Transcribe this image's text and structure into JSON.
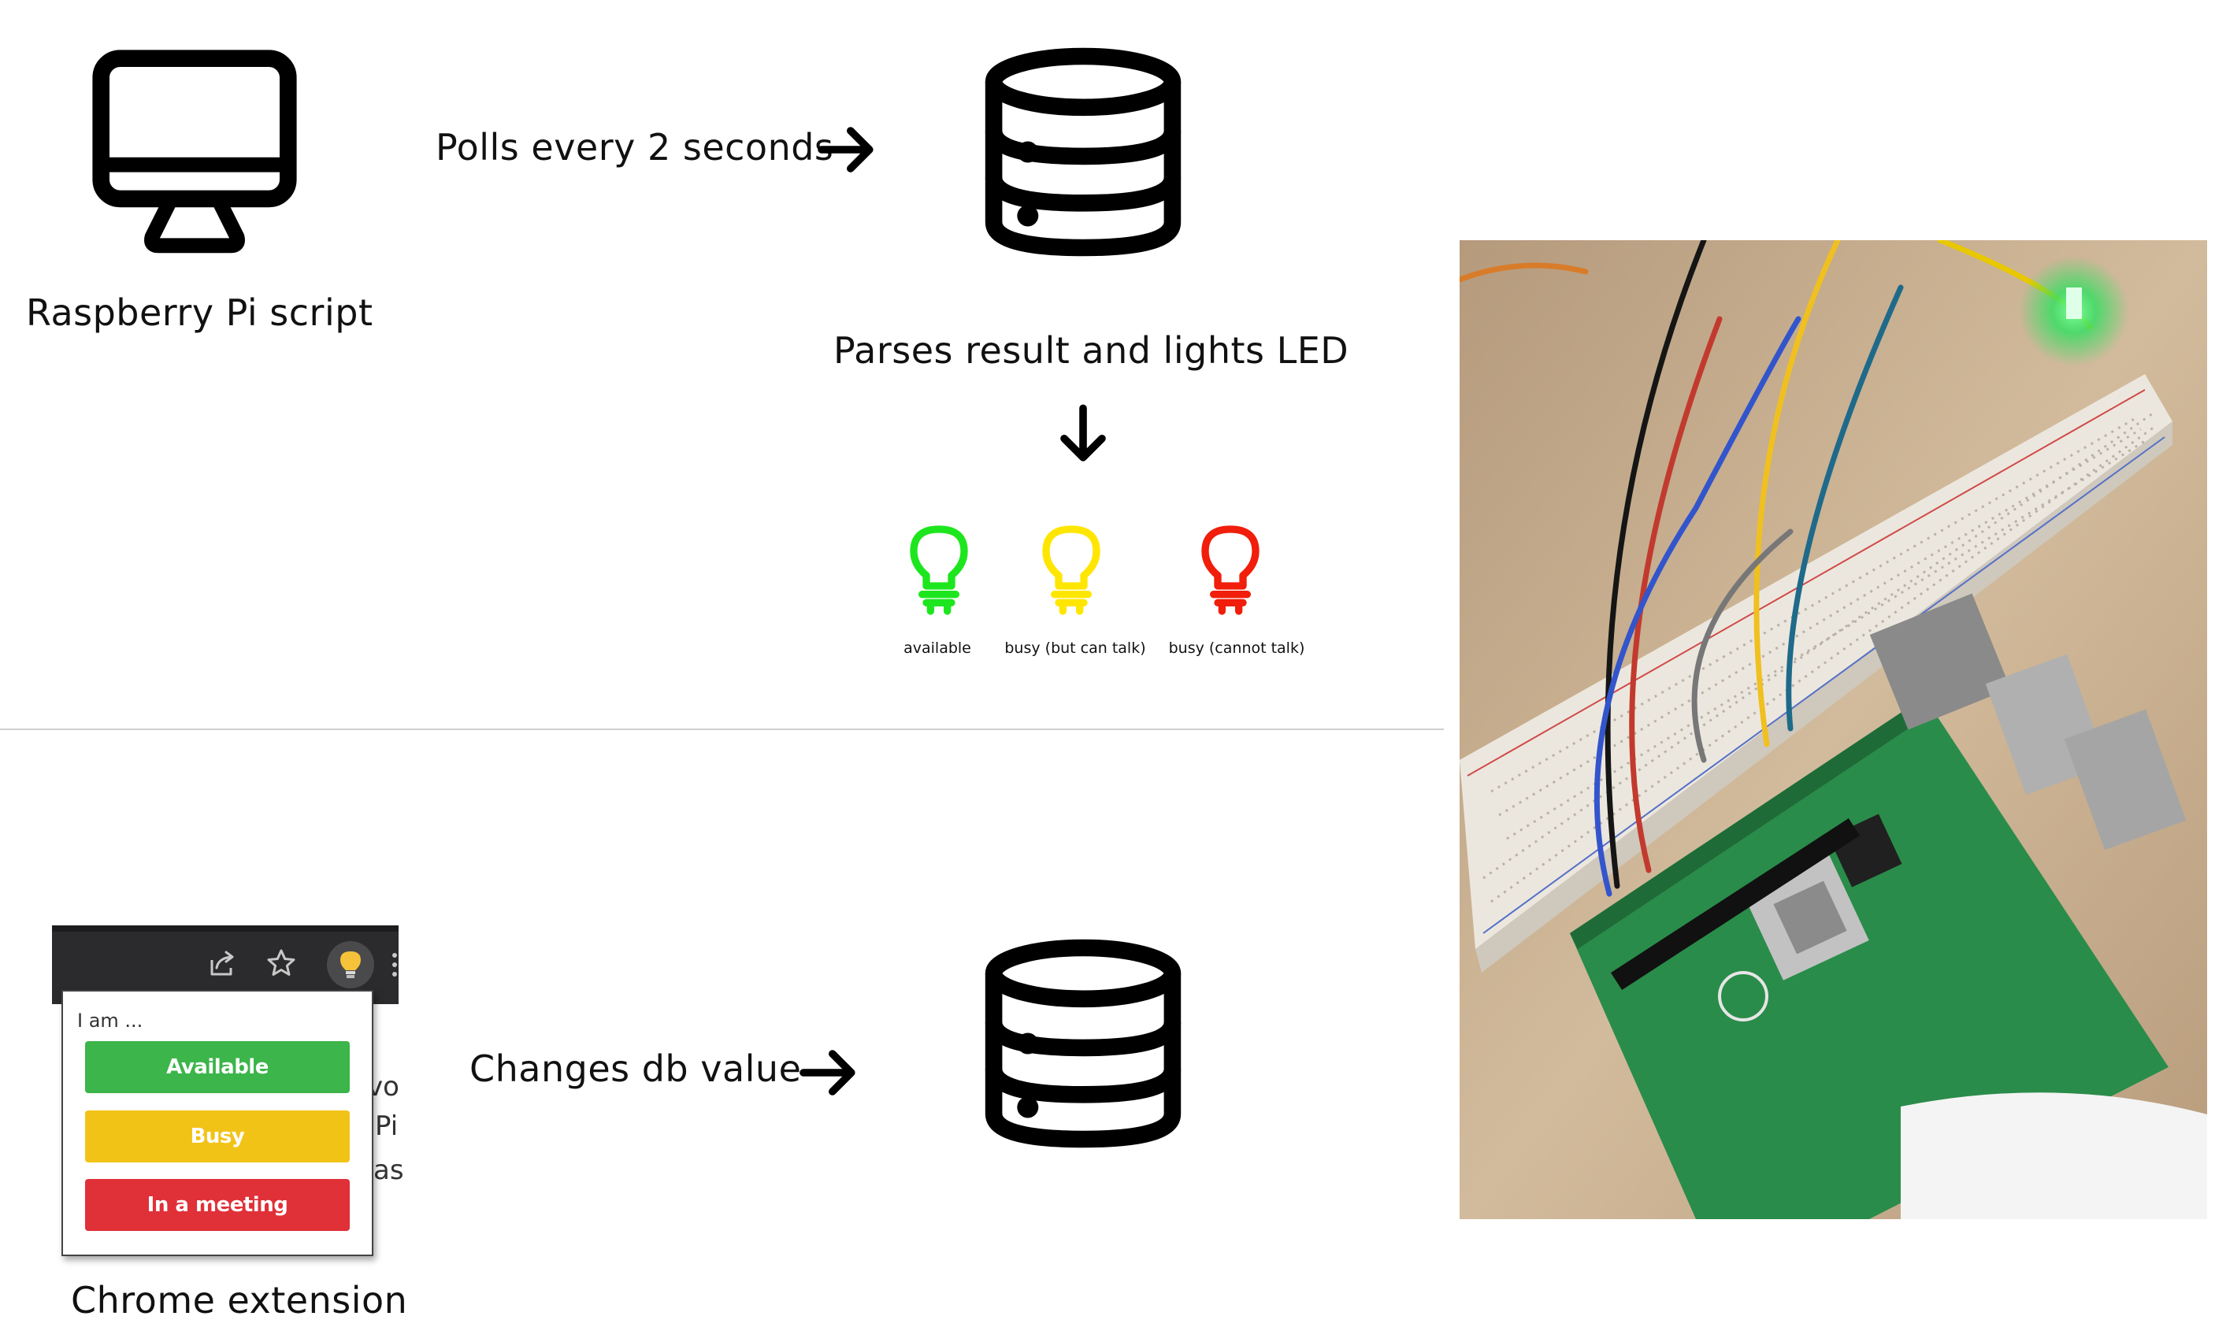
{
  "top_flow": {
    "source_label": "Raspberry Pi script",
    "source_icon": "monitor-icon",
    "poll_label": "Polls every 2 seconds",
    "database_icon": "database-icon",
    "parse_label": "Parses result and lights LED"
  },
  "leds": [
    {
      "caption": "available",
      "color": "#1ee61e",
      "icon": "lightbulb-icon"
    },
    {
      "caption": "busy (but can talk)",
      "color": "#ffe600",
      "icon": "lightbulb-icon"
    },
    {
      "caption": "busy (cannot talk)",
      "color": "#f01e0a",
      "icon": "lightbulb-icon"
    }
  ],
  "bottom_flow": {
    "extension_label": "Chrome extension",
    "popup": {
      "heading": "I am ...",
      "buttons": [
        {
          "label": "Available",
          "color": "#3cb54a"
        },
        {
          "label": "Busy",
          "color": "#f2c317"
        },
        {
          "label": "In a meeting",
          "color": "#e03038"
        }
      ]
    },
    "background_text": [
      "vo",
      "Pi",
      "as"
    ],
    "changes_label": "Changes db value",
    "database_icon": "database-icon"
  },
  "photo": {
    "subject": "raspberry-pi-breadboard-photo"
  }
}
